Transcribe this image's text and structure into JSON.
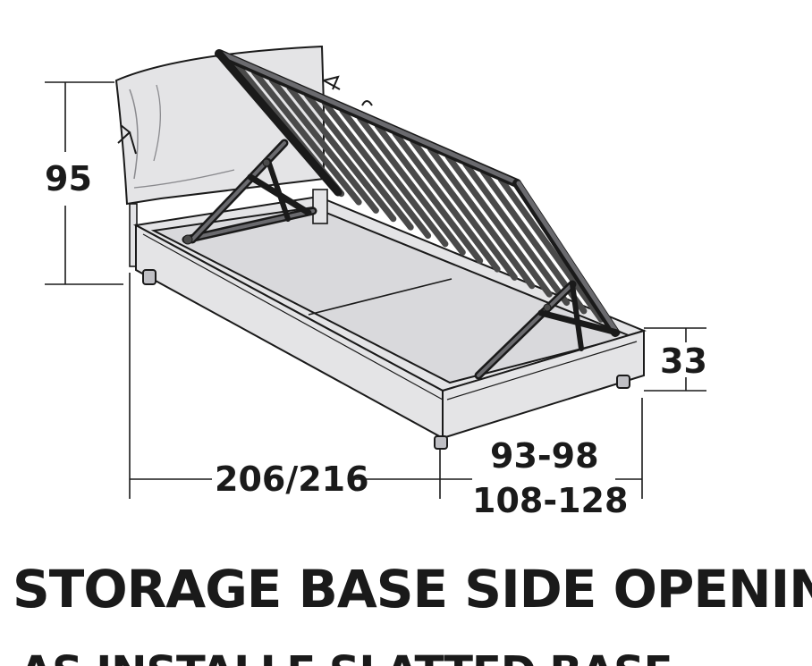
{
  "dimensions": {
    "height_total": "95",
    "base_height": "33",
    "length": "206/216",
    "width_line1": "93-98",
    "width_line2": "108-128"
  },
  "caption": {
    "title": "STORAGE BASE SIDE OPENIN",
    "subtitle": "AS INSTALLE SLATTED BASE"
  },
  "colors": {
    "ink": "#1a1a1a",
    "upholstery": "#e4e4e6",
    "floor": "#d9d9dc",
    "frame": "#4a4a4a"
  }
}
